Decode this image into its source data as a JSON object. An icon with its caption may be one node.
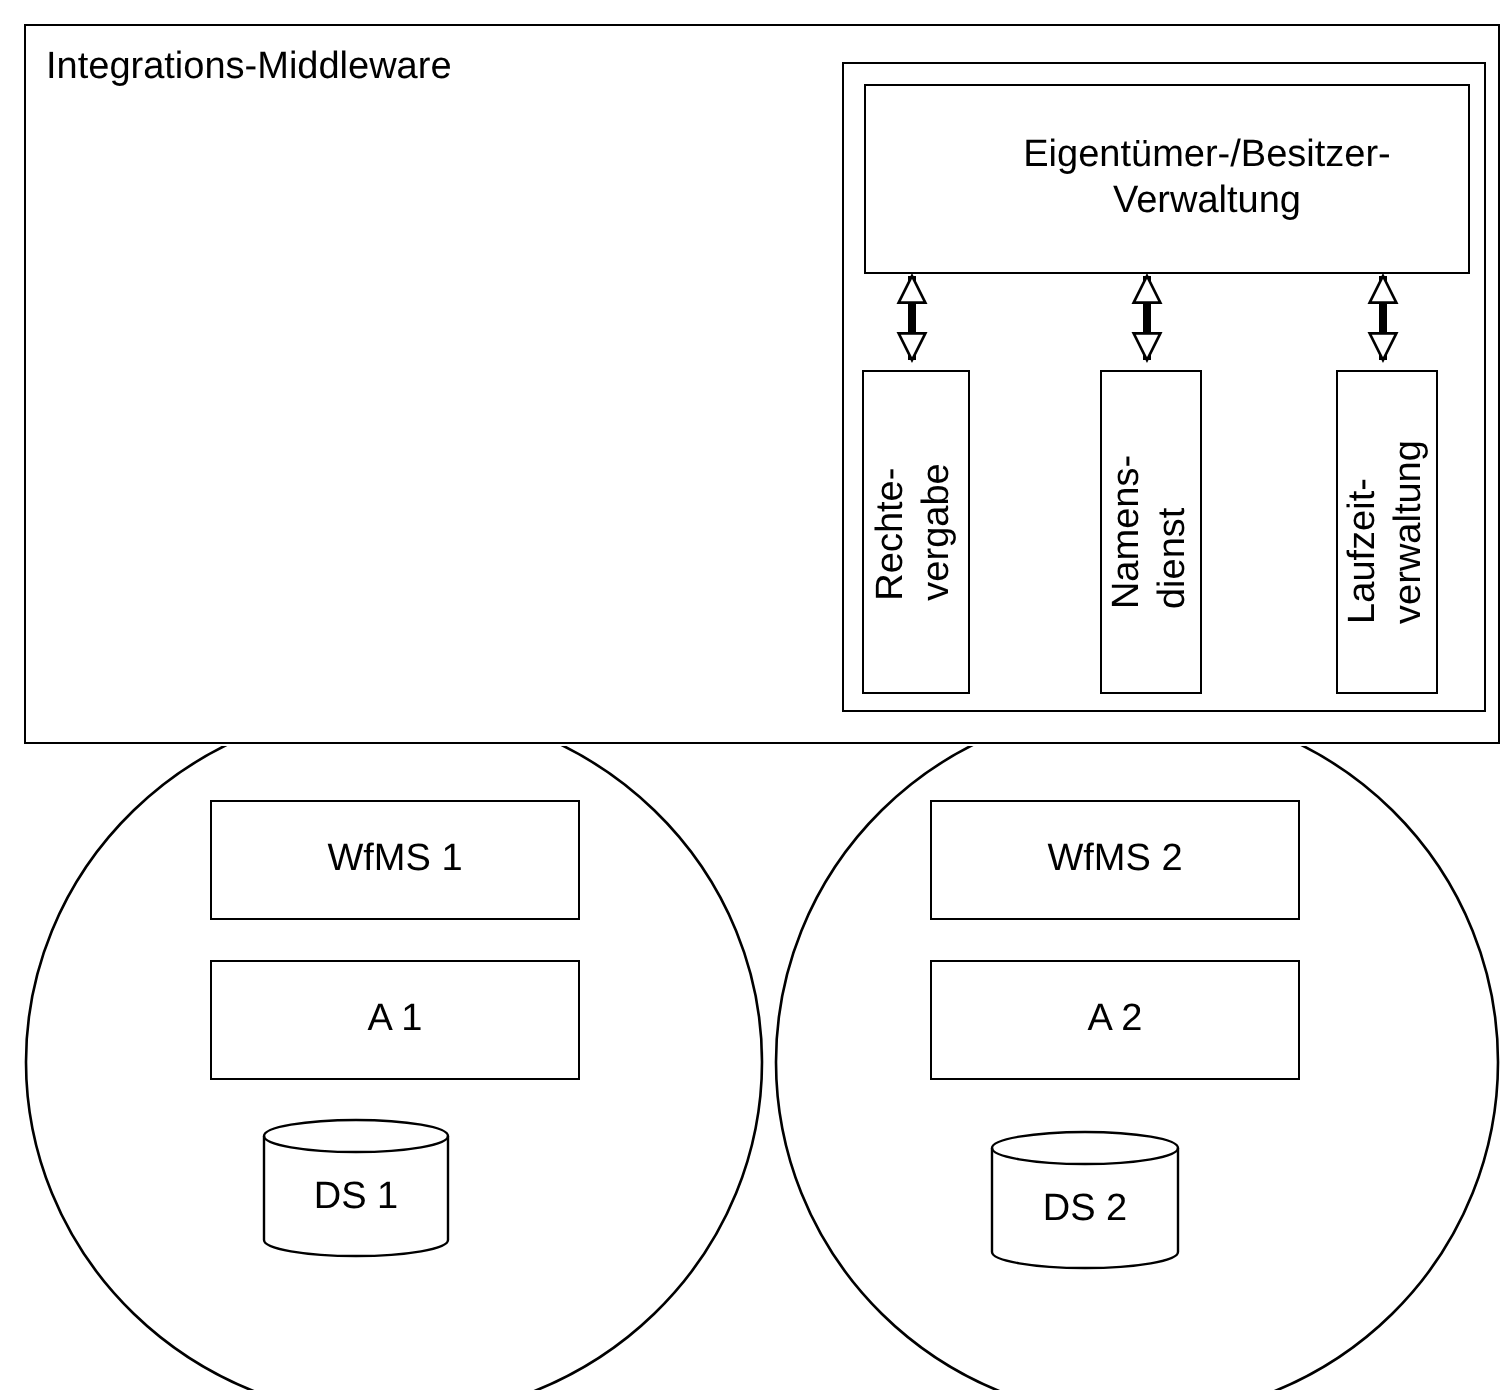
{
  "diagram": {
    "nodes": [
      {
        "text": [
          "Integrations-Middleware"
        ]
      },
      {
        "text": [],
        "shape": "box",
        "in": 0
      },
      {
        "text": [
          "Eigentümer-/Besitzer-Verwaltung"
        ],
        "in": 1
      },
      {
        "text": [
          "Rechte- vergabe"
        ],
        "in": 1
      },
      {
        "text": [
          "Namens- dienst"
        ],
        "in": 1
      },
      {
        "text": [
          "Laufzeit- verwaltung"
        ],
        "in": 1
      },
      {
        "text": [],
        "shape": "circle"
      },
      {
        "text": [
          "WfMS 1"
        ],
        "in": 6
      },
      {
        "text": [
          "A 1"
        ],
        "in": 6
      },
      {
        "text": [
          "DS 1"
        ],
        "in": 6
      },
      {
        "text": [],
        "shape": "circle"
      },
      {
        "text": [
          "WfMS 2"
        ],
        "in": 10
      },
      {
        "text": [
          "A 2"
        ],
        "in": 10
      },
      {
        "text": [
          "DS 2"
        ],
        "in": 10
      }
    ],
    "edges": [
      {
        "from": 2,
        "to": 3,
        "arrow": "both"
      },
      {
        "from": 2,
        "to": 4,
        "arrow": "both"
      },
      {
        "from": 2,
        "to": 5,
        "arrow": "both"
      }
    ]
  }
}
